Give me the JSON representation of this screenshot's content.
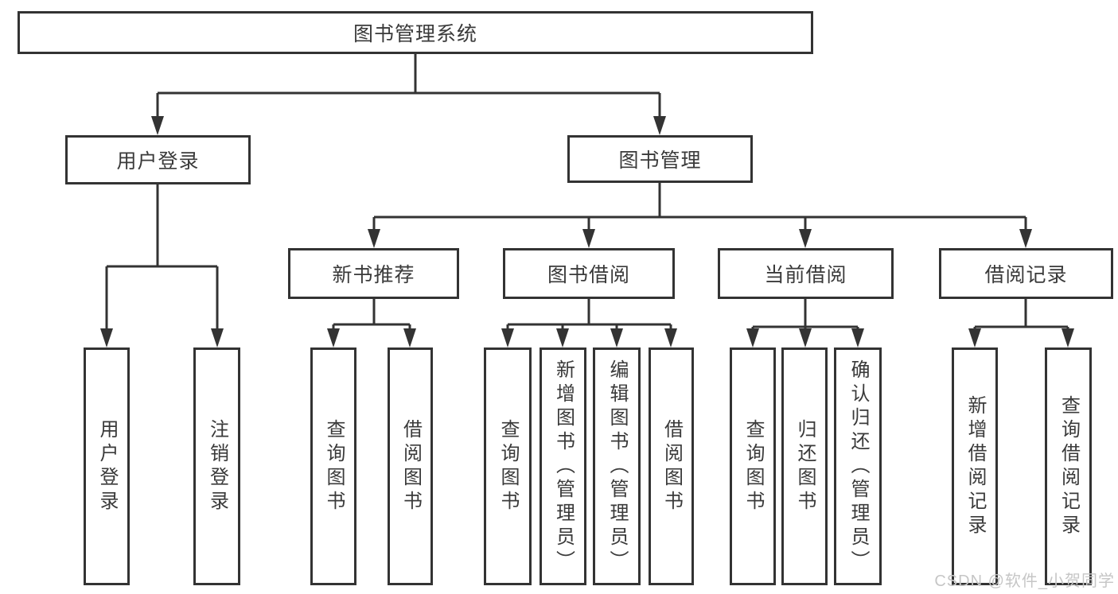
{
  "watermark": "CSDN @软件_小贺同学",
  "diagram": {
    "root": {
      "label": "图书管理系统"
    },
    "user_login": {
      "label": "用户登录",
      "children": [
        {
          "label": "用户登录"
        },
        {
          "label": "注销登录"
        }
      ]
    },
    "book_mgmt": {
      "label": "图书管理",
      "sections": [
        {
          "label": "新书推荐",
          "children": [
            {
              "label": "查询图书"
            },
            {
              "label": "借阅图书"
            }
          ]
        },
        {
          "label": "图书借阅",
          "children": [
            {
              "label": "查询图书"
            },
            {
              "label": "新增图书（管理员）"
            },
            {
              "label": "编辑图书（管理员）"
            },
            {
              "label": "借阅图书"
            }
          ]
        },
        {
          "label": "当前借阅",
          "children": [
            {
              "label": "查询图书"
            },
            {
              "label": "归还图书"
            },
            {
              "label": "确认归还（管理员）"
            }
          ]
        },
        {
          "label": "借阅记录",
          "children": [
            {
              "label": "新增借阅记录"
            },
            {
              "label": "查询借阅记录"
            }
          ]
        }
      ]
    }
  }
}
